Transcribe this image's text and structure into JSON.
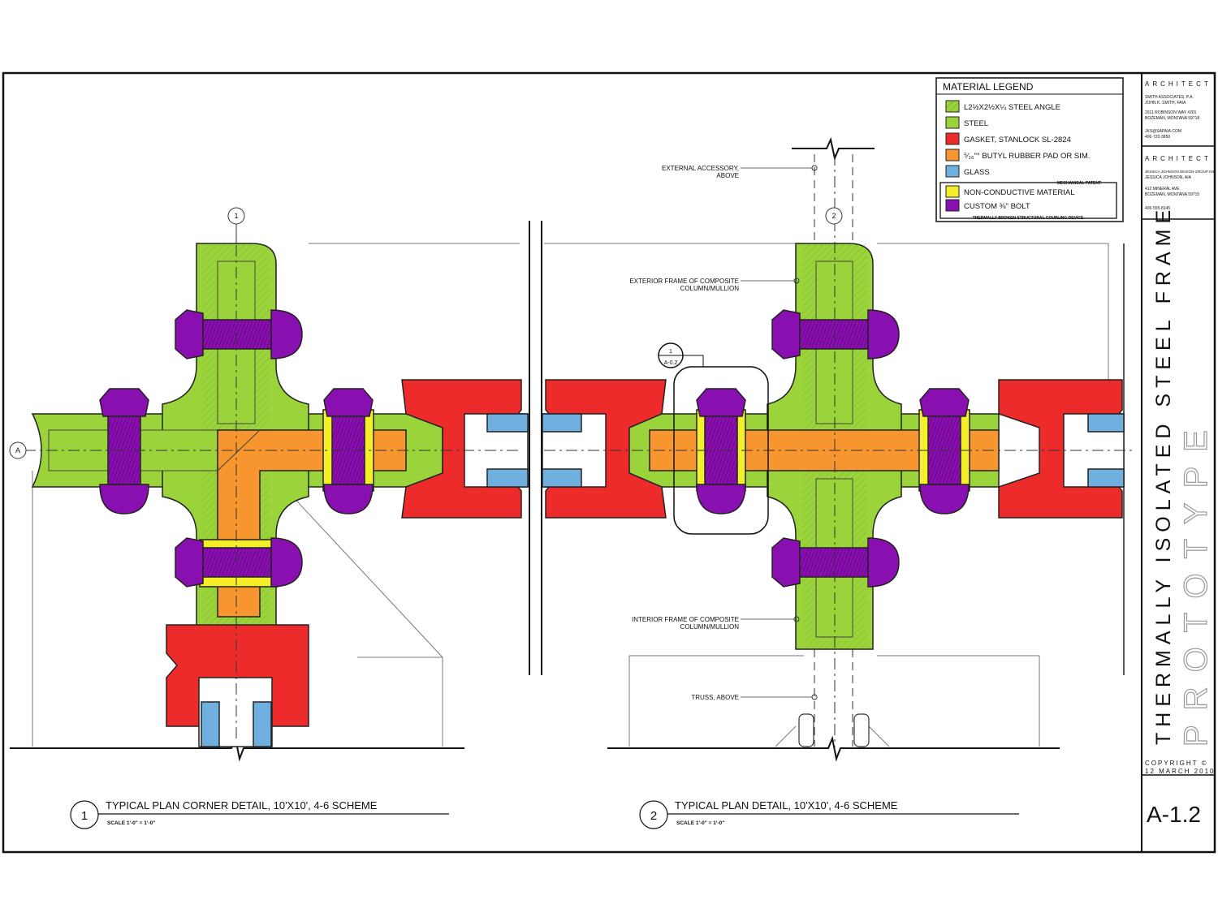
{
  "legend": {
    "title": "MATERIAL LEGEND",
    "items": [
      {
        "label": "L2½X2½X¼ STEEL ANGLE",
        "color": "#9ad43a",
        "hatched": true
      },
      {
        "label": "STEEL",
        "color": "#9ad43a",
        "hatched": false
      },
      {
        "label": "GASKET, STANLOCK SL-2824",
        "color": "#ee2b2b",
        "hatched": false
      },
      {
        "label": "⁵⁄₁₆\"° BUTYL RUBBER PAD OR SIM.",
        "color": "#f7952e",
        "hatched": false
      },
      {
        "label": "GLASS",
        "color": "#6fb0e0",
        "hatched": false
      },
      {
        "label": "NON-CONDUCTIVE MATERIAL",
        "color": "#f5ee2a",
        "hatched": false
      },
      {
        "label": "CUSTOM ⅜\" BOLT",
        "color": "#8a0fb0",
        "hatched": false
      }
    ],
    "patent_label": "MECHANICAL PATENT",
    "device_label": "THERMALLY BROKEN STRUCTURAL COUPLING DEVICE"
  },
  "title_block": {
    "architect_heading": "ARCHITECT",
    "architect1_lines": [
      "SMITH ASSOCIATES, P.A.",
      "JOHN K. SMITH, FAIA",
      "2011 ROBINSON WAY #201",
      "BOZEMAN, MONTANA 59718",
      "JKS@SAPAIA.COM",
      "406·720·3850"
    ],
    "architect2_lines": [
      "JESSICA JOHNSON DESIGN GROUP INC.",
      "JESSICA JOHNSON, AIA",
      "412 MINERAL AVE.",
      "BOZEMAN, MONTANA 59715",
      "406·555·8145"
    ],
    "project_title": "THERMALLY ISOLATED STEEL FRAME",
    "project_subtitle": "PROTOTYPE",
    "copyright_line1": "COPYRIGHT ©",
    "copyright_line2": "12 MARCH 2010",
    "sheet_number": "A-1.2"
  },
  "details": [
    {
      "number": "1",
      "title": "TYPICAL PLAN CORNER DETAIL, 10'X10', 4-6 SCHEME",
      "scale": "SCALE 1'-0\" = 1'-0\""
    },
    {
      "number": "2",
      "title": "TYPICAL PLAN DETAIL, 10'X10', 4-6 SCHEME",
      "scale": "SCALE 1'-0\" = 1'-0\""
    }
  ],
  "grid_bubbles": {
    "grid1": "1",
    "grid2": "2",
    "gridA": "A"
  },
  "section_ref": {
    "number": "1",
    "sheet": "A-0.2"
  },
  "notes": {
    "external_accessory_l1": "EXTERNAL ACCESSORY,",
    "external_accessory_l2": "ABOVE",
    "exterior_frame_l1": "EXTERIOR FRAME OF COMPOSITE",
    "exterior_frame_l2": "COLUMN/MULLION",
    "interior_frame_l1": "INTERIOR FRAME OF COMPOSITE",
    "interior_frame_l2": "COLUMN/MULLION",
    "truss_l1": "TRUSS, ABOVE"
  },
  "colors": {
    "steel": "#9ad43a",
    "gasket": "#ee2b2b",
    "butyl_pad": "#f7952e",
    "glass": "#6fb0e0",
    "non_conductive": "#f5ee2a",
    "bolt": "#8a0fb0"
  }
}
